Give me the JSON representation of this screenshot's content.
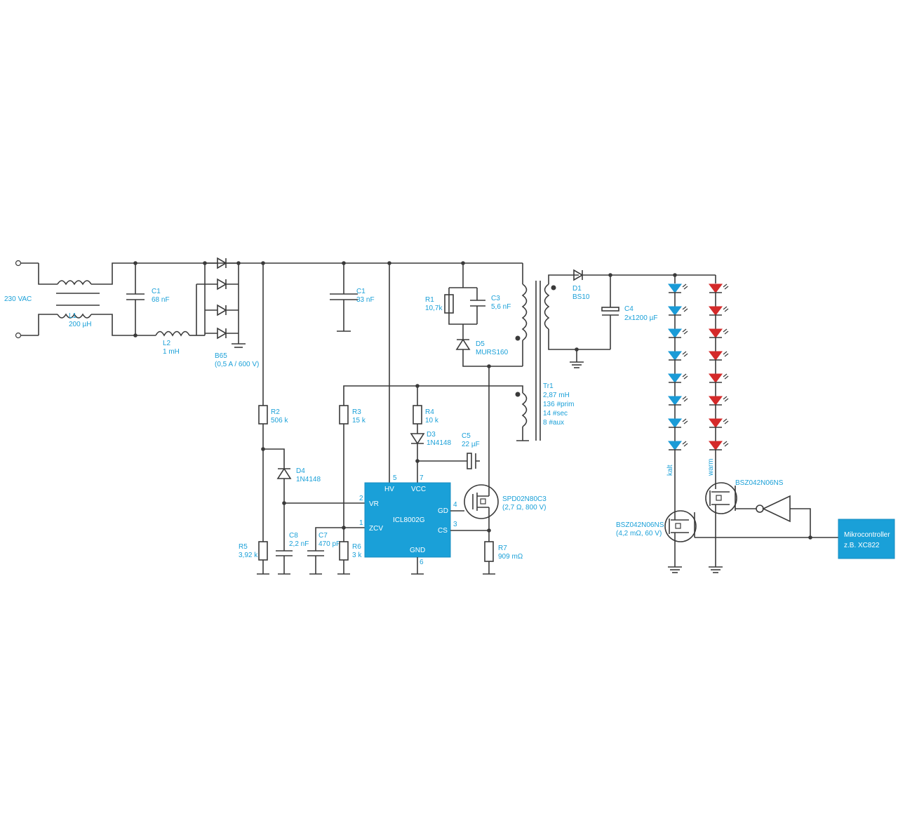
{
  "colors": {
    "wire": "#3a3a3a",
    "label": "#1aa0d8",
    "ic_fill": "#1aa0d8",
    "led_cold": "#1a9bd7",
    "led_warm": "#d42a2a"
  },
  "input": {
    "voltage": "230 VAC"
  },
  "components": {
    "l1": {
      "ref": "L1",
      "value": "200 µH"
    },
    "c1": {
      "ref": "C1",
      "value": "68 nF"
    },
    "l2": {
      "ref": "L2",
      "value": "1 mH"
    },
    "b65": {
      "ref": "B65",
      "value": "(0,5 A / 600 V)"
    },
    "c1b": {
      "ref": "C1",
      "value": "33 nF"
    },
    "r1": {
      "ref": "R1",
      "value": "10,7k"
    },
    "c3": {
      "ref": "C3",
      "value": "5,6 nF"
    },
    "d5": {
      "ref": "D5",
      "value": "MURS160"
    },
    "d1": {
      "ref": "D1",
      "value": "BS10"
    },
    "c4": {
      "ref": "C4",
      "value": "2x1200 µF"
    },
    "tr1": {
      "ref": "Tr1",
      "line1": "2,87 mH",
      "line2": "136 #prim",
      "line3": "14   #sec",
      "line4": "8    #aux"
    },
    "r2": {
      "ref": "R2",
      "value": "506 k"
    },
    "r3": {
      "ref": "R3",
      "value": "15 k"
    },
    "r4": {
      "ref": "R4",
      "value": "10 k"
    },
    "d3": {
      "ref": "D3",
      "value": "1N4148"
    },
    "c5": {
      "ref": "C5",
      "value": "22 µF"
    },
    "d4": {
      "ref": "D4",
      "value": "1N4148"
    },
    "r5": {
      "ref": "R5",
      "value": "3,92 k"
    },
    "c8": {
      "ref": "C8",
      "value": "2,2 nF"
    },
    "c7": {
      "ref": "C7",
      "value": "470 pF"
    },
    "r6": {
      "ref": "R6",
      "value": "3 k"
    },
    "r7": {
      "ref": "R7",
      "value": "909 mΩ"
    },
    "q_main": {
      "name": "SPD02N80C3",
      "spec": "(2,7 Ω, 800 V)"
    },
    "q_cold": {
      "name": "BSZ042N06NS",
      "spec": "(4,2 mΩ, 60 V)"
    },
    "q_warm": {
      "name": "BSZ042N06NS"
    }
  },
  "ic": {
    "name": "ICL8002G",
    "pins": {
      "hv": "HV",
      "vcc": "VCC",
      "vr": "VR",
      "zcv": "ZCV",
      "gd": "GD",
      "cs": "CS",
      "gnd": "GND",
      "n_hv": "5",
      "n_vcc": "7",
      "n_vr": "2",
      "n_zcv": "1",
      "n_gd": "4",
      "n_cs": "3",
      "n_gnd": "6"
    }
  },
  "led_strings": {
    "cold": {
      "label": "kalt",
      "count": 8
    },
    "warm": {
      "label": "warm",
      "count": 8
    }
  },
  "mcu": {
    "line1": "Mikrocontroller",
    "line2": "z.B. XC822"
  }
}
